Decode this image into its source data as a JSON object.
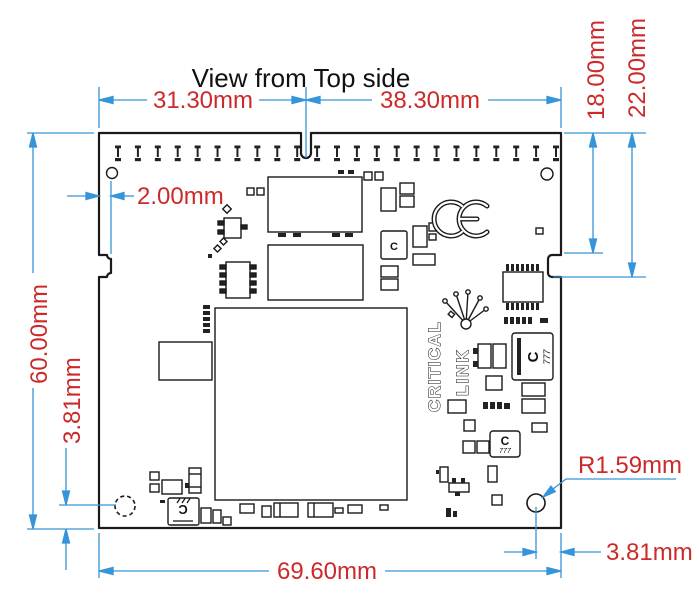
{
  "title": "View from Top side",
  "colors": {
    "dimension_line": "#3595d8",
    "dimension_text": "#cc2a2a",
    "board_outline": "#1a1a1a",
    "background": "#ffffff"
  },
  "dimensions": {
    "top_left_width": "31.30mm",
    "top_right_width": "38.30mm",
    "right_notch_top": "18.00mm",
    "right_notch_bottom": "22.00mm",
    "hole_offset_left": "2.00mm",
    "board_height": "60.00mm",
    "bottom_left_hole_offset": "3.81mm",
    "hole_radius": "R1.59mm",
    "board_width": "69.60mm",
    "bottom_right_hole_offset": "3.81mm"
  },
  "silkscreen": {
    "brand_line1": "CRITICAL",
    "brand_line2": "LINK",
    "chip_logo_c": "C",
    "chip_logo_777": "777",
    "small_logo_c": "C"
  },
  "board": {
    "pin_count": 23
  }
}
